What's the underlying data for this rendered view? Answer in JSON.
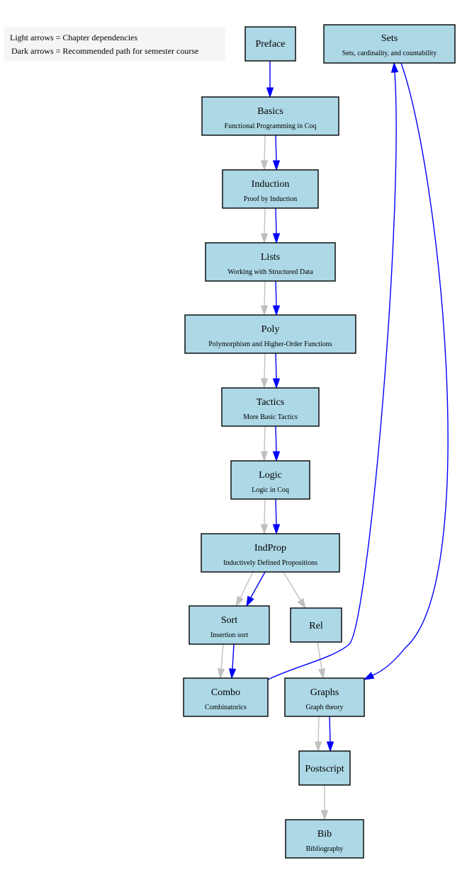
{
  "legend": {
    "line1": "Light arrows = Chapter dependencies",
    "line2": "Dark arrows = Recommended path for semester course"
  },
  "colors": {
    "node_fill": "#add8e6",
    "light_arrow": "#c0c0c0",
    "dark_arrow": "#0000ff",
    "legend_bg": "#f5f5f5"
  },
  "nodes": [
    {
      "id": "preface",
      "title": "Preface",
      "subtitle": ""
    },
    {
      "id": "sets",
      "title": "Sets",
      "subtitle": "Sets, cardinality, and countability"
    },
    {
      "id": "basics",
      "title": "Basics",
      "subtitle": "Functional Programming in Coq"
    },
    {
      "id": "induction",
      "title": "Induction",
      "subtitle": "Proof by Induction"
    },
    {
      "id": "lists",
      "title": "Lists",
      "subtitle": "Working with Structured Data"
    },
    {
      "id": "poly",
      "title": "Poly",
      "subtitle": "Polymorphism and Higher-Order Functions"
    },
    {
      "id": "tactics",
      "title": "Tactics",
      "subtitle": "More Basic Tactics"
    },
    {
      "id": "logic",
      "title": "Logic",
      "subtitle": "Logic in Coq"
    },
    {
      "id": "indprop",
      "title": "IndProp",
      "subtitle": "Inductively Defined Propositions"
    },
    {
      "id": "sort",
      "title": "Sort",
      "subtitle": "Insertion sort"
    },
    {
      "id": "rel",
      "title": "Rel",
      "subtitle": ""
    },
    {
      "id": "combo",
      "title": "Combo",
      "subtitle": "Combinatorics"
    },
    {
      "id": "graphs",
      "title": "Graphs",
      "subtitle": "Graph theory"
    },
    {
      "id": "postscript",
      "title": "Postscript",
      "subtitle": ""
    },
    {
      "id": "bib",
      "title": "Bib",
      "subtitle": "Bibliography"
    }
  ],
  "edges": [
    {
      "from": "preface",
      "to": "basics",
      "kind": "dark"
    },
    {
      "from": "basics",
      "to": "induction",
      "kind": "light"
    },
    {
      "from": "basics",
      "to": "induction",
      "kind": "dark"
    },
    {
      "from": "induction",
      "to": "lists",
      "kind": "light"
    },
    {
      "from": "induction",
      "to": "lists",
      "kind": "dark"
    },
    {
      "from": "lists",
      "to": "poly",
      "kind": "light"
    },
    {
      "from": "lists",
      "to": "poly",
      "kind": "dark"
    },
    {
      "from": "poly",
      "to": "tactics",
      "kind": "light"
    },
    {
      "from": "poly",
      "to": "tactics",
      "kind": "dark"
    },
    {
      "from": "tactics",
      "to": "logic",
      "kind": "light"
    },
    {
      "from": "tactics",
      "to": "logic",
      "kind": "dark"
    },
    {
      "from": "logic",
      "to": "indprop",
      "kind": "light"
    },
    {
      "from": "logic",
      "to": "indprop",
      "kind": "dark"
    },
    {
      "from": "indprop",
      "to": "sort",
      "kind": "light"
    },
    {
      "from": "indprop",
      "to": "sort",
      "kind": "dark"
    },
    {
      "from": "indprop",
      "to": "rel",
      "kind": "light"
    },
    {
      "from": "sort",
      "to": "combo",
      "kind": "light"
    },
    {
      "from": "sort",
      "to": "combo",
      "kind": "dark"
    },
    {
      "from": "rel",
      "to": "graphs",
      "kind": "light"
    },
    {
      "from": "combo",
      "to": "sets",
      "kind": "dark"
    },
    {
      "from": "sets",
      "to": "graphs",
      "kind": "dark"
    },
    {
      "from": "graphs",
      "to": "postscript",
      "kind": "light"
    },
    {
      "from": "graphs",
      "to": "postscript",
      "kind": "dark"
    },
    {
      "from": "postscript",
      "to": "bib",
      "kind": "light"
    }
  ]
}
